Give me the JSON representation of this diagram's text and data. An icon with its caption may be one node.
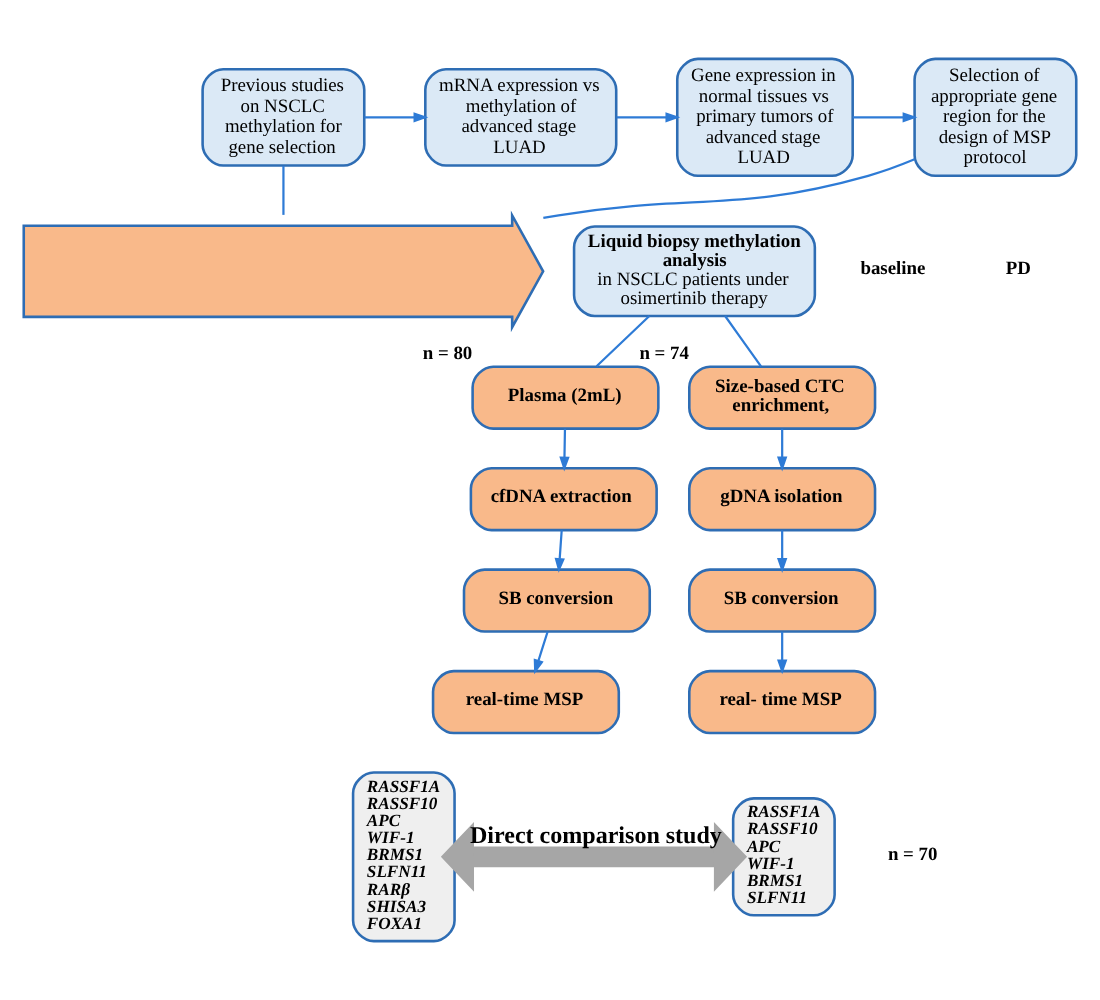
{
  "diagram": {
    "nodes": [
      {
        "text": [
          "Previous studies on NSCLC methylation for gene selection"
        ]
      },
      {
        "text": [
          "mRNA expression vs methylation of advanced stage LUAD"
        ]
      },
      {
        "text": [
          "Gene expression in normal tissues vs primary tumors of advanced stage LUAD"
        ]
      },
      {
        "text": [
          "Selection of appropriate gene region for the design of MSP protocol"
        ]
      },
      {
        "text": [],
        "shape": "arrow"
      },
      {
        "text": [
          "Liquid biopsy methylation analysis",
          "in NSCLC patients under osimertinib therapy"
        ]
      },
      {
        "text": [
          "Plasma (2mL)"
        ],
        "beside": [
          "n = 80"
        ]
      },
      {
        "text": [
          "cfDNA extraction"
        ]
      },
      {
        "text": [
          "SB conversion"
        ]
      },
      {
        "text": [
          "real-time MSP"
        ]
      },
      {
        "text": [
          "RASSF1A",
          "RASSF10",
          "APC",
          "WIF-1",
          "BRMS1",
          "SLFN11",
          "RARβ",
          "SHISA3",
          "FOXA1"
        ]
      },
      {
        "text": [
          "Size-based CTC enrichment,"
        ],
        "beside": [
          "n = 74"
        ]
      },
      {
        "text": [
          "gDNA isolation"
        ]
      },
      {
        "text": [
          "SB conversion"
        ]
      },
      {
        "text": [
          "real- time MSP"
        ]
      },
      {
        "text": [
          "RASSF1A",
          "RASSF10",
          "APC",
          "WIF-1",
          "BRMS1",
          "SLFN11"
        ]
      }
    ],
    "edges": [
      {
        "from": 0,
        "to": 1,
        "arrow": "to"
      },
      {
        "from": 1,
        "to": 2,
        "arrow": "to"
      },
      {
        "from": 2,
        "to": 3,
        "arrow": "to"
      },
      {
        "from": 0,
        "to": 4,
        "arrow": "none"
      },
      {
        "from": 4,
        "to": 3,
        "arrow": "none"
      },
      {
        "from": 5,
        "to": 6,
        "arrow": "none"
      },
      {
        "from": 5,
        "to": 11,
        "arrow": "none"
      },
      {
        "from": 6,
        "to": 7,
        "arrow": "to"
      },
      {
        "from": 7,
        "to": 8,
        "arrow": "to"
      },
      {
        "from": 8,
        "to": 9,
        "arrow": "to"
      },
      {
        "from": 11,
        "to": 12,
        "arrow": "to"
      },
      {
        "from": 12,
        "to": 13,
        "arrow": "to"
      },
      {
        "from": 13,
        "to": 14,
        "arrow": "to"
      },
      {
        "from": 10,
        "to": 15,
        "arrow": "both",
        "label": "Direct comparison study",
        "style": "thick",
        "color": "#a6a6a6"
      }
    ],
    "labels": [
      "baseline",
      "PD",
      "n = 70"
    ]
  }
}
